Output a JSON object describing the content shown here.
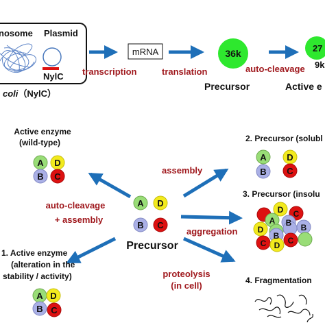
{
  "top_row": {
    "cell_box": {
      "chromosome_label": "nosome",
      "plasmid_label": "Plasmid",
      "gene_label": "NylC"
    },
    "organism_caption": {
      "italic_part": "coli",
      "suffix": "（NylC）"
    },
    "steps": {
      "transcription": "transcription",
      "mrna": "mRNA",
      "translation": "translation",
      "precursor_mass": "36k",
      "precursor_label": "Precursor",
      "auto_cleavage": "auto-cleavage",
      "active_mass_top": "27",
      "active_mass_bottom": "9k",
      "active_label": "Active e"
    }
  },
  "subunits": {
    "a": "A",
    "b": "B",
    "c": "C",
    "d": "D"
  },
  "colors": {
    "subunit_a": "#99dd77",
    "subunit_b": "#aab0e6",
    "subunit_c": "#dd1111",
    "subunit_d": "#f2ea1e",
    "arrow": "#1e6fb8",
    "process_text": "#a0191e",
    "precursor_green": "#2ee82e"
  },
  "left_top": {
    "line1": "Active enzyme",
    "line2": "(wild-type)"
  },
  "left_bottom": {
    "line1": "1.  Active enzyme",
    "line2": "(alteration in the",
    "line3": "stability / activity)"
  },
  "center": {
    "label": "Precursor"
  },
  "processes": {
    "auto_cleavage_assembly_1": "auto-cleavage",
    "auto_cleavage_assembly_2": "+ assembly",
    "assembly": "assembly",
    "aggregation": "aggregation",
    "proteolysis_1": "proteolysis",
    "proteolysis_2": "(in cell)"
  },
  "right": {
    "item2": "2. Precursor (solubl",
    "item3": "3.  Precursor (insolu",
    "item4": "4. Fragmentation"
  }
}
